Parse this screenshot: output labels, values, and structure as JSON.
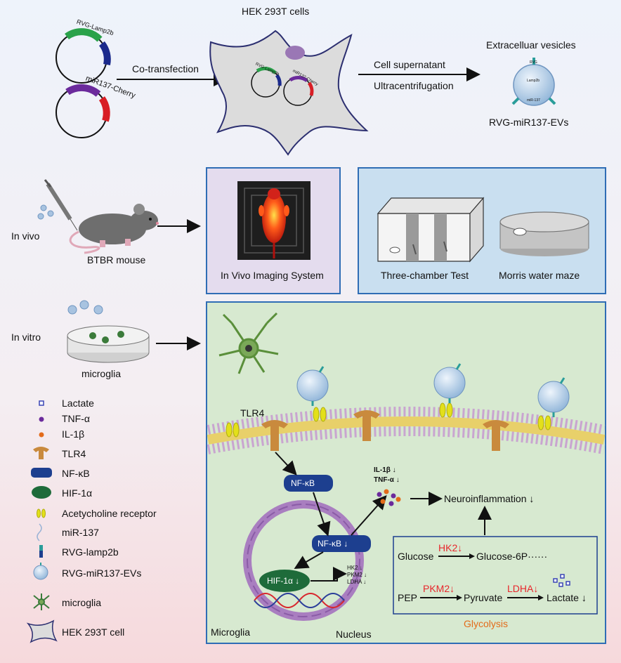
{
  "top": {
    "plasmid1": "RVG-Lamp2b",
    "plasmid2": "miR137-Cherry",
    "cotransfection": "Co-transfection",
    "hek_title": "HEK 293T cells",
    "inner_plasmid1": "RVG-Lamp2b",
    "inner_plasmid2": "miR137-Cherry",
    "supernatant": "Cell supernatant",
    "ultracentrifugation": "Ultracentrifugation",
    "ev_title": "Extracelluar vesicles",
    "ev_label": "RVG-miR137-EVs",
    "ev_rvg": "RVG",
    "ev_lamp": "Lamp2b",
    "ev_mir": "miR-137"
  },
  "invivo": {
    "label": "In vivo",
    "mouse": "BTBR mouse",
    "imaging": "In Vivo Imaging System",
    "three_chamber": "Three-chamber Test",
    "morris": "Morris water maze"
  },
  "invitro": {
    "label": "In vitro",
    "microglia": "microglia"
  },
  "mechanism": {
    "tlr4": "TLR4",
    "nfkb": "NF-κB",
    "nfkb_down": "NF-κB ↓",
    "hif": "HIF-1α ↓",
    "genes": [
      "HK2 ↓",
      "PKM2 ↓",
      "LDHA ↓"
    ],
    "cytokine1": "IL-1β ↓",
    "cytokine2": "TNF-α ↓",
    "neuroinflammation": "Neuroinflammation ↓",
    "glucose": "Glucose",
    "hk2": "HK2↓",
    "g6p": "Glucose-6P······",
    "pep": "PEP",
    "pkm2": "PKM2↓",
    "pyruvate": "Pyruvate",
    "ldha": "LDHA↓",
    "lactate": "Lactate ↓",
    "glycolysis": "Glycolysis",
    "microglia_label": "Microglia",
    "nucleus": "Nucleus"
  },
  "legend": [
    {
      "icon": "lactate-icon",
      "label": "Lactate"
    },
    {
      "icon": "tnf-icon",
      "label": "TNF-α"
    },
    {
      "icon": "il1b-icon",
      "label": "IL-1β"
    },
    {
      "icon": "tlr4-icon",
      "label": "TLR4"
    },
    {
      "icon": "nfkb-icon",
      "label": "NF-κB"
    },
    {
      "icon": "hif-icon",
      "label": "HIF-1α"
    },
    {
      "icon": "receptor-icon",
      "label": "Acetycholine receptor"
    },
    {
      "icon": "mir137-icon",
      "label": "miR-137"
    },
    {
      "icon": "rvg-lamp2b-icon",
      "label": "RVG-lamp2b"
    },
    {
      "icon": "ev-icon",
      "label": "RVG-miR137-EVs"
    },
    {
      "icon": "microglia-icon",
      "label": "microglia"
    },
    {
      "icon": "hek-cell-icon",
      "label": "HEK 293T cell"
    }
  ],
  "colors": {
    "panel_border": "#2f6db5",
    "panel_green": "#d7e9d0",
    "panel_blue": "#c9dff0",
    "panel_purple": "#e4dcee",
    "nfkb": "#1d3f8f",
    "hif": "#1e6b3a",
    "tlr4": "#c98a3d",
    "receptor": "#e3e01a",
    "membrane": "#b99ac2",
    "red_text": "#e8262b",
    "orange_text": "#e36b1a"
  }
}
